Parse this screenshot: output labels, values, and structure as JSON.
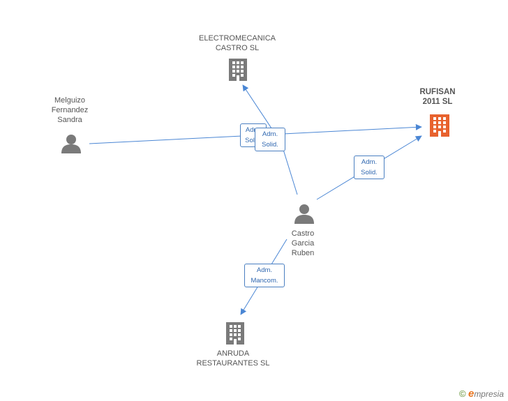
{
  "nodes": {
    "electromecanica": {
      "label": [
        "ELECTROMECANICA",
        "CASTRO SL"
      ],
      "type": "company"
    },
    "rufisan": {
      "label": [
        "RUFISAN",
        "2011 SL"
      ],
      "type": "company-main"
    },
    "melguizo": {
      "label": [
        "Melguizo",
        "Fernandez",
        "Sandra"
      ],
      "type": "person"
    },
    "castro": {
      "label": [
        "Castro",
        "Garcia",
        "Ruben"
      ],
      "type": "person"
    },
    "anruda": {
      "label": [
        "ANRUDA",
        "RESTAURANTES SL"
      ],
      "type": "company"
    }
  },
  "edges": [
    {
      "from": "melguizo",
      "to": "rufisan",
      "label": [
        "Adm.",
        "Solid."
      ]
    },
    {
      "from": "castro",
      "to": "electromecanica",
      "label": [
        "Adm.",
        "Solid."
      ]
    },
    {
      "from": "castro",
      "to": "rufisan",
      "label": [
        "Adm.",
        "Solid."
      ]
    },
    {
      "from": "castro",
      "to": "anruda",
      "label": [
        "Adm.",
        "Mancom."
      ]
    }
  ],
  "colors": {
    "edge": "#4a86d4",
    "icon": "#7a7a7a",
    "main_company": "#e8622e"
  },
  "icons": {
    "company": "building-icon",
    "person": "person-icon"
  },
  "footer": {
    "copyright": "©",
    "brand_initial": "e",
    "brand_rest": "mpresia"
  }
}
